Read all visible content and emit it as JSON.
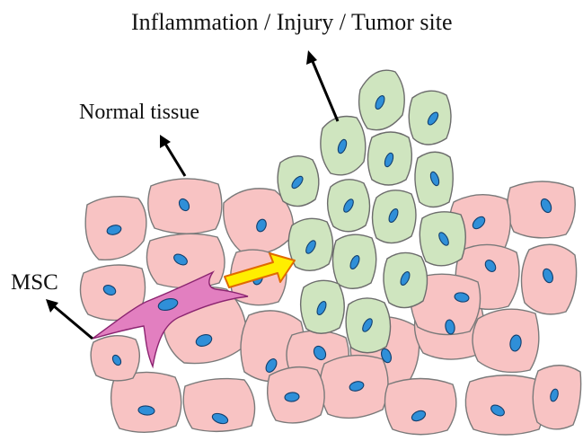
{
  "labels": {
    "site": "Inflammation / Injury / Tumor site",
    "normal_tissue": "Normal tissue",
    "msc": "MSC"
  },
  "colors": {
    "normal_cell_fill": "#f8c3c3",
    "site_cell_fill": "#cfe5bf",
    "nucleus_fill": "#2f8fd8",
    "msc_fill": "#e27fc0",
    "migration_arrow_fill": "#ffee00",
    "migration_arrow_outline": "#e06a00",
    "pointer_color": "#000000"
  },
  "icons": {
    "migration": "block-arrow-right",
    "pointers": "arrow-up"
  }
}
